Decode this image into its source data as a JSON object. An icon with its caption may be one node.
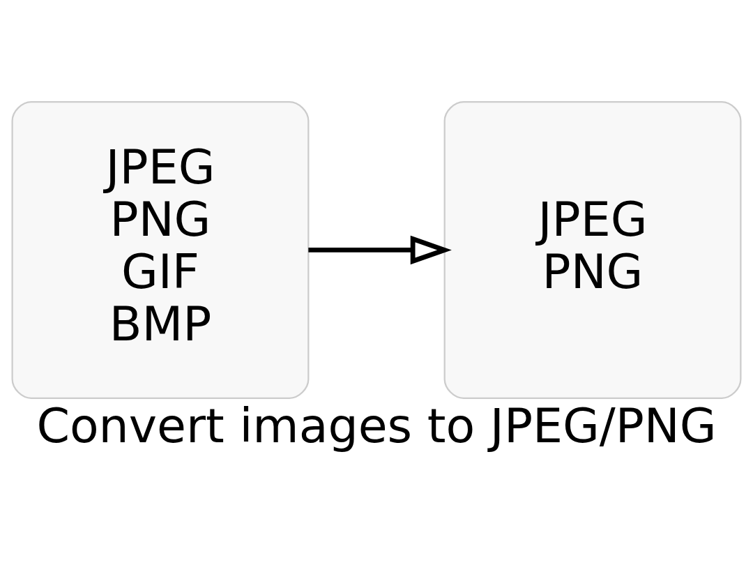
{
  "diagram": {
    "caption": "Convert images to JPEG/PNG",
    "nodes": [
      {
        "text": [
          "JPEG",
          "PNG",
          "GIF",
          "BMP"
        ]
      },
      {
        "text": [
          "JPEG",
          "PNG"
        ]
      }
    ],
    "edges": [
      {
        "from": 0,
        "to": 1,
        "arrow": "to"
      }
    ]
  }
}
